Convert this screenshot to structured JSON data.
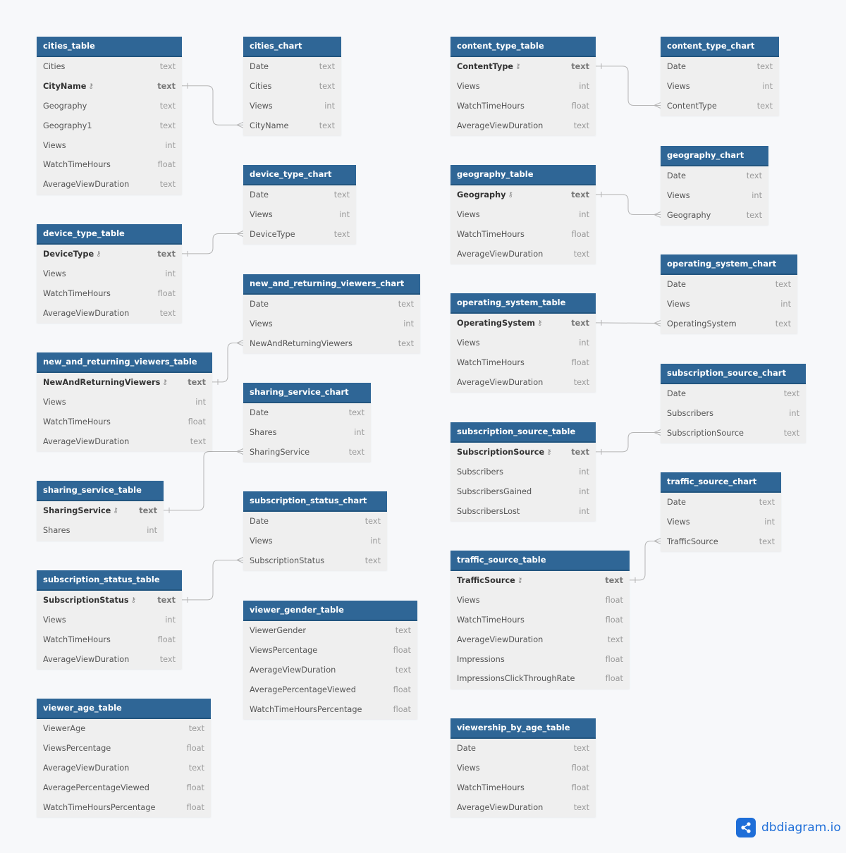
{
  "tables": [
    {
      "id": "cities_table",
      "name": "cities_table",
      "fields": [
        {
          "name": "Cities",
          "type": "text"
        },
        {
          "name": "CityName",
          "type": "text",
          "pk": true
        },
        {
          "name": "Geography",
          "type": "text"
        },
        {
          "name": "Geography1",
          "type": "text"
        },
        {
          "name": "Views",
          "type": "int"
        },
        {
          "name": "WatchTimeHours",
          "type": "float"
        },
        {
          "name": "AverageViewDuration",
          "type": "text"
        }
      ]
    },
    {
      "id": "cities_chart",
      "name": "cities_chart",
      "fields": [
        {
          "name": "Date",
          "type": "text"
        },
        {
          "name": "Cities",
          "type": "text"
        },
        {
          "name": "Views",
          "type": "int"
        },
        {
          "name": "CityName",
          "type": "text"
        }
      ]
    },
    {
      "id": "device_type_chart",
      "name": "device_type_chart",
      "fields": [
        {
          "name": "Date",
          "type": "text"
        },
        {
          "name": "Views",
          "type": "int"
        },
        {
          "name": "DeviceType",
          "type": "text"
        }
      ]
    },
    {
      "id": "device_type_table",
      "name": "device_type_table",
      "fields": [
        {
          "name": "DeviceType",
          "type": "text",
          "pk": true
        },
        {
          "name": "Views",
          "type": "int"
        },
        {
          "name": "WatchTimeHours",
          "type": "float"
        },
        {
          "name": "AverageViewDuration",
          "type": "text"
        }
      ]
    },
    {
      "id": "new_and_returning_viewers_chart",
      "name": "new_and_returning_viewers_chart",
      "fields": [
        {
          "name": "Date",
          "type": "text"
        },
        {
          "name": "Views",
          "type": "int"
        },
        {
          "name": "NewAndReturningViewers",
          "type": "text"
        }
      ]
    },
    {
      "id": "new_and_returning_viewers_table",
      "name": "new_and_returning_viewers_table",
      "fields": [
        {
          "name": "NewAndReturningViewers",
          "type": "text",
          "pk": true
        },
        {
          "name": "Views",
          "type": "int"
        },
        {
          "name": "WatchTimeHours",
          "type": "float"
        },
        {
          "name": "AverageViewDuration",
          "type": "text"
        }
      ]
    },
    {
      "id": "sharing_service_chart",
      "name": "sharing_service_chart",
      "fields": [
        {
          "name": "Date",
          "type": "text"
        },
        {
          "name": "Shares",
          "type": "int"
        },
        {
          "name": "SharingService",
          "type": "text"
        }
      ]
    },
    {
      "id": "sharing_service_table",
      "name": "sharing_service_table",
      "fields": [
        {
          "name": "SharingService",
          "type": "text",
          "pk": true
        },
        {
          "name": "Shares",
          "type": "int"
        }
      ]
    },
    {
      "id": "subscription_status_chart",
      "name": "subscription_status_chart",
      "fields": [
        {
          "name": "Date",
          "type": "text"
        },
        {
          "name": "Views",
          "type": "int"
        },
        {
          "name": "SubscriptionStatus",
          "type": "text"
        }
      ]
    },
    {
      "id": "subscription_status_table",
      "name": "subscription_status_table",
      "fields": [
        {
          "name": "SubscriptionStatus",
          "type": "text",
          "pk": true
        },
        {
          "name": "Views",
          "type": "int"
        },
        {
          "name": "WatchTimeHours",
          "type": "float"
        },
        {
          "name": "AverageViewDuration",
          "type": "text"
        }
      ]
    },
    {
      "id": "viewer_gender_table",
      "name": "viewer_gender_table",
      "fields": [
        {
          "name": "ViewerGender",
          "type": "text"
        },
        {
          "name": "ViewsPercentage",
          "type": "float"
        },
        {
          "name": "AverageViewDuration",
          "type": "text"
        },
        {
          "name": "AveragePercentageViewed",
          "type": "float"
        },
        {
          "name": "WatchTimeHoursPercentage",
          "type": "float"
        }
      ]
    },
    {
      "id": "viewer_age_table",
      "name": "viewer_age_table",
      "fields": [
        {
          "name": "ViewerAge",
          "type": "text"
        },
        {
          "name": "ViewsPercentage",
          "type": "float"
        },
        {
          "name": "AverageViewDuration",
          "type": "text"
        },
        {
          "name": "AveragePercentageViewed",
          "type": "float"
        },
        {
          "name": "WatchTimeHoursPercentage",
          "type": "float"
        }
      ]
    },
    {
      "id": "content_type_table",
      "name": "content_type_table",
      "fields": [
        {
          "name": "ContentType",
          "type": "text",
          "pk": true
        },
        {
          "name": "Views",
          "type": "int"
        },
        {
          "name": "WatchTimeHours",
          "type": "float"
        },
        {
          "name": "AverageViewDuration",
          "type": "text"
        }
      ]
    },
    {
      "id": "content_type_chart",
      "name": "content_type_chart",
      "fields": [
        {
          "name": "Date",
          "type": "text"
        },
        {
          "name": "Views",
          "type": "int"
        },
        {
          "name": "ContentType",
          "type": "text"
        }
      ]
    },
    {
      "id": "geography_chart",
      "name": "geography_chart",
      "fields": [
        {
          "name": "Date",
          "type": "text"
        },
        {
          "name": "Views",
          "type": "int"
        },
        {
          "name": "Geography",
          "type": "text"
        }
      ]
    },
    {
      "id": "geography_table",
      "name": "geography_table",
      "fields": [
        {
          "name": "Geography",
          "type": "text",
          "pk": true
        },
        {
          "name": "Views",
          "type": "int"
        },
        {
          "name": "WatchTimeHours",
          "type": "float"
        },
        {
          "name": "AverageViewDuration",
          "type": "text"
        }
      ]
    },
    {
      "id": "operating_system_chart",
      "name": "operating_system_chart",
      "fields": [
        {
          "name": "Date",
          "type": "text"
        },
        {
          "name": "Views",
          "type": "int"
        },
        {
          "name": "OperatingSystem",
          "type": "text"
        }
      ]
    },
    {
      "id": "operating_system_table",
      "name": "operating_system_table",
      "fields": [
        {
          "name": "OperatingSystem",
          "type": "text",
          "pk": true
        },
        {
          "name": "Views",
          "type": "int"
        },
        {
          "name": "WatchTimeHours",
          "type": "float"
        },
        {
          "name": "AverageViewDuration",
          "type": "text"
        }
      ]
    },
    {
      "id": "subscription_source_chart",
      "name": "subscription_source_chart",
      "fields": [
        {
          "name": "Date",
          "type": "text"
        },
        {
          "name": "Subscribers",
          "type": "int"
        },
        {
          "name": "SubscriptionSource",
          "type": "text"
        }
      ]
    },
    {
      "id": "subscription_source_table",
      "name": "subscription_source_table",
      "fields": [
        {
          "name": "SubscriptionSource",
          "type": "text",
          "pk": true
        },
        {
          "name": "Subscribers",
          "type": "int"
        },
        {
          "name": "SubscribersGained",
          "type": "int"
        },
        {
          "name": "SubscribersLost",
          "type": "int"
        }
      ]
    },
    {
      "id": "traffic_source_chart",
      "name": "traffic_source_chart",
      "fields": [
        {
          "name": "Date",
          "type": "text"
        },
        {
          "name": "Views",
          "type": "int"
        },
        {
          "name": "TrafficSource",
          "type": "text"
        }
      ]
    },
    {
      "id": "traffic_source_table",
      "name": "traffic_source_table",
      "fields": [
        {
          "name": "TrafficSource",
          "type": "text",
          "pk": true
        },
        {
          "name": "Views",
          "type": "float"
        },
        {
          "name": "WatchTimeHours",
          "type": "float"
        },
        {
          "name": "AverageViewDuration",
          "type": "text"
        },
        {
          "name": "Impressions",
          "type": "float"
        },
        {
          "name": "ImpressionsClickThroughRate",
          "type": "float"
        }
      ]
    },
    {
      "id": "viewership_by_age_table",
      "name": "viewership_by_age_table",
      "fields": [
        {
          "name": "Date",
          "type": "text"
        },
        {
          "name": "Views",
          "type": "float"
        },
        {
          "name": "WatchTimeHours",
          "type": "float"
        },
        {
          "name": "AverageViewDuration",
          "type": "text"
        }
      ]
    }
  ],
  "relations": [
    {
      "from": "cities_table",
      "from_field": "CityName",
      "to": "cities_chart",
      "to_field": "CityName"
    },
    {
      "from": "device_type_table",
      "from_field": "DeviceType",
      "to": "device_type_chart",
      "to_field": "DeviceType"
    },
    {
      "from": "new_and_returning_viewers_table",
      "from_field": "NewAndReturningViewers",
      "to": "new_and_returning_viewers_chart",
      "to_field": "NewAndReturningViewers"
    },
    {
      "from": "sharing_service_table",
      "from_field": "SharingService",
      "to": "sharing_service_chart",
      "to_field": "SharingService"
    },
    {
      "from": "subscription_status_table",
      "from_field": "SubscriptionStatus",
      "to": "subscription_status_chart",
      "to_field": "SubscriptionStatus"
    },
    {
      "from": "content_type_table",
      "from_field": "ContentType",
      "to": "content_type_chart",
      "to_field": "ContentType"
    },
    {
      "from": "geography_table",
      "from_field": "Geography",
      "to": "geography_chart",
      "to_field": "Geography"
    },
    {
      "from": "operating_system_table",
      "from_field": "OperatingSystem",
      "to": "operating_system_chart",
      "to_field": "OperatingSystem"
    },
    {
      "from": "subscription_source_table",
      "from_field": "SubscriptionSource",
      "to": "subscription_source_chart",
      "to_field": "SubscriptionSource"
    },
    {
      "from": "traffic_source_table",
      "from_field": "TrafficSource",
      "to": "traffic_source_chart",
      "to_field": "TrafficSource"
    }
  ],
  "brand": {
    "name": "dbdiagram.io",
    "icon": "share-nodes-icon"
  },
  "colors": {
    "header": "#2f6696",
    "body": "#efefef",
    "background": "#f7f8fa",
    "brand": "#1e6ed8",
    "connector": "#b5b5b5"
  }
}
